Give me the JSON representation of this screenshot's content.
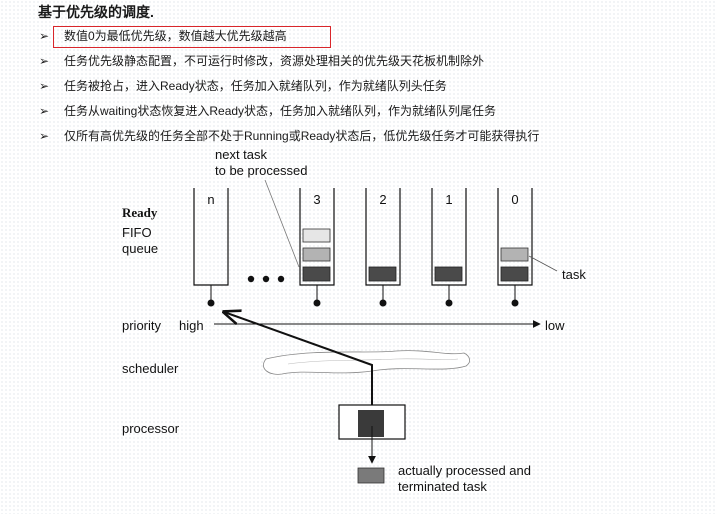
{
  "page": {
    "title": "基于优先级的调度.",
    "bullets": [
      {
        "text": "数值0为最低优先级，数值越大优先级越高",
        "highlighted": true
      },
      {
        "text": "任务优先级静态配置，不可运行时修改，资源处理相关的优先级天花板机制除外"
      },
      {
        "text": "任务被抢占，进入Ready状态，任务加入就绪队列，作为就绪队列头任务"
      },
      {
        "text": "任务从waiting状态恢复进入Ready状态，任务加入就绪队列，作为就绪队列尾任务"
      },
      {
        "text": "仅所有高优先级的任务全部不处于Running或Ready状态后，低优先级任务才可能获得执行"
      }
    ],
    "bullet_marker": "➢",
    "highlight_color": "#d9262b"
  },
  "diagram": {
    "next_task_line1": "next task",
    "next_task_line2": "to be processed",
    "ready": "Ready",
    "fifo": "FIFO",
    "queue": "queue",
    "queues": [
      "n",
      "3",
      "2",
      "1",
      "0"
    ],
    "task": "task",
    "priority": "priority",
    "high": "high",
    "low": "low",
    "scheduler": "scheduler",
    "processor": "processor",
    "terminated_line1": "actually processed and",
    "terminated_line2": "terminated task",
    "colors": {
      "dark": "#4a4a4a",
      "mid": "#b3b3b3",
      "light": "#e6e6e6"
    }
  }
}
